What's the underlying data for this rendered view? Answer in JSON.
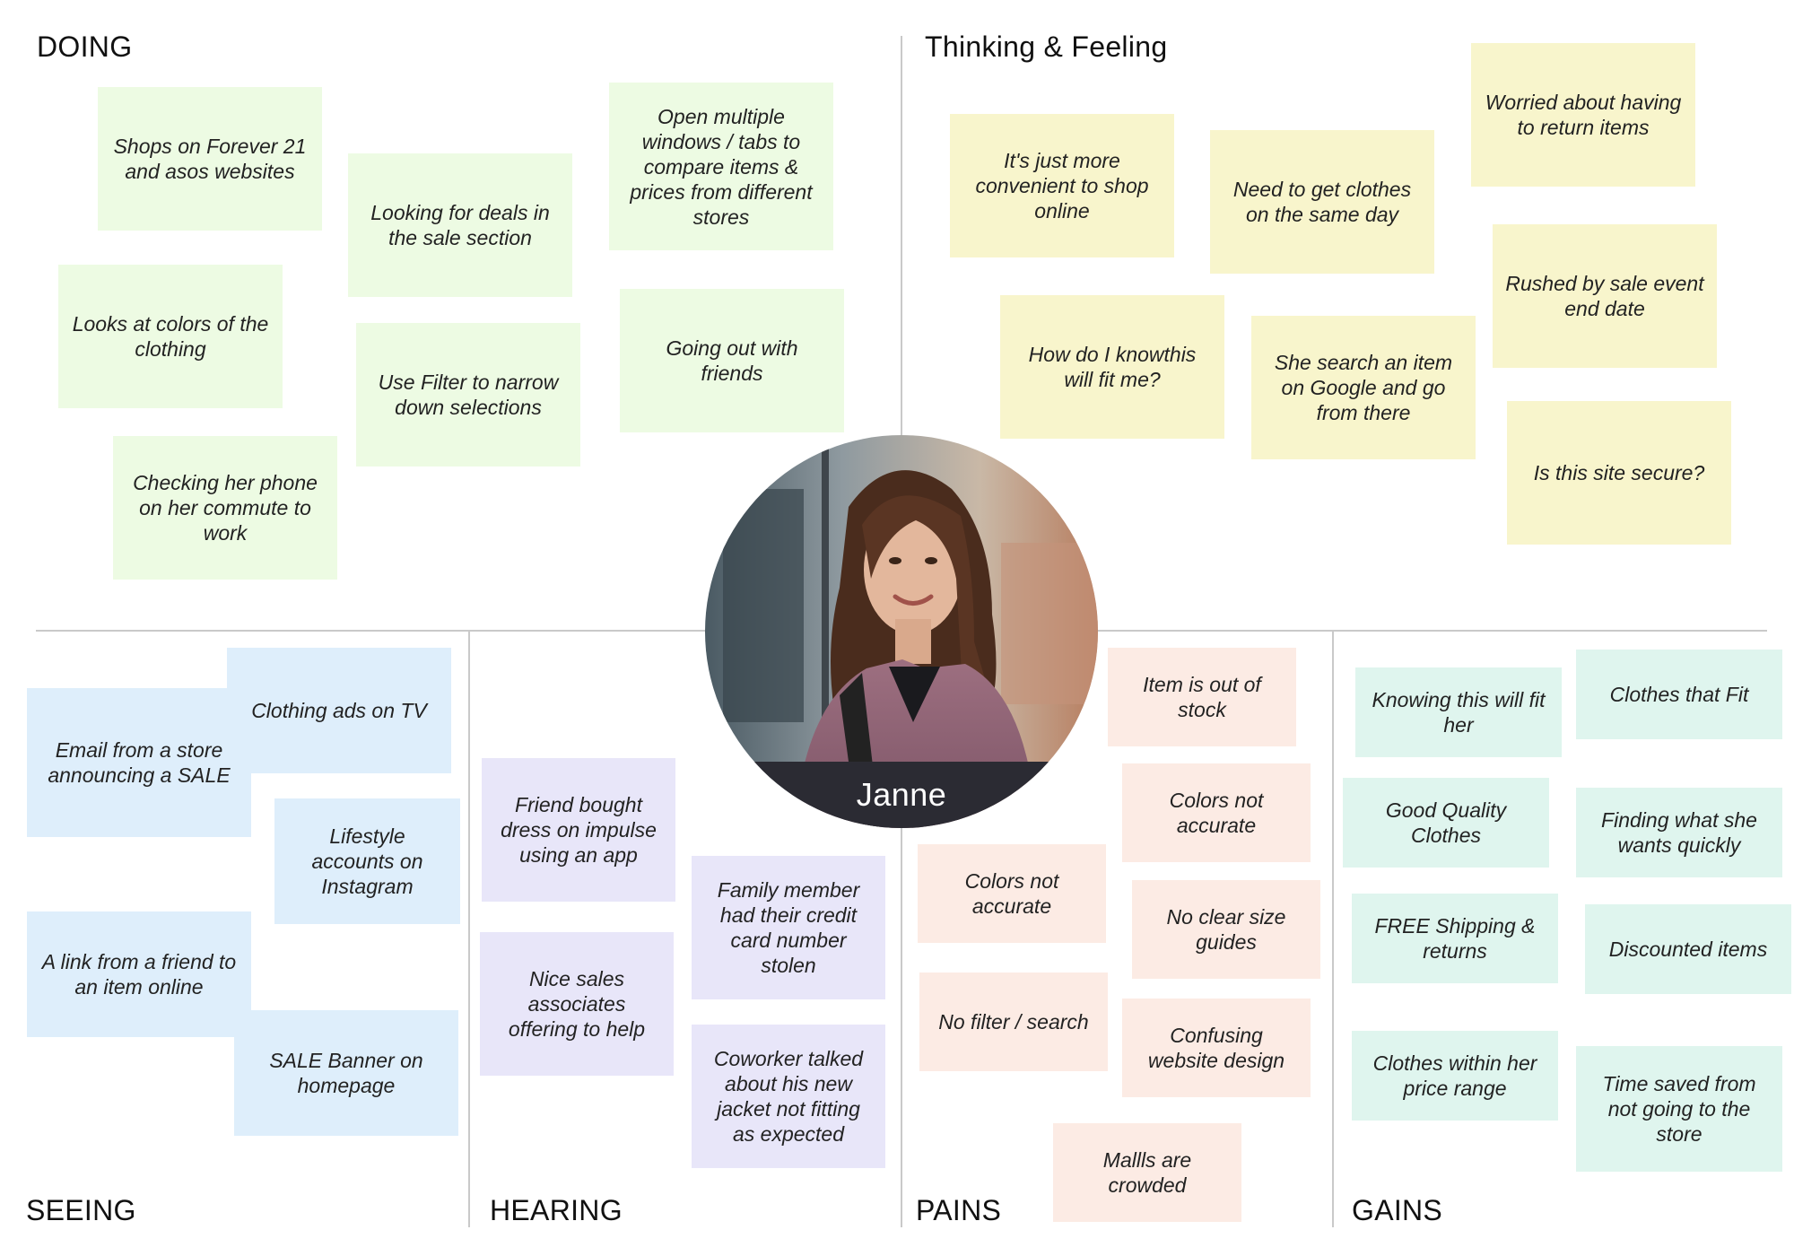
{
  "sections": {
    "doing": "DOING",
    "thinking": "Thinking & Feeling",
    "seeing": "SEEING",
    "hearing": "HEARING",
    "pains": "PAINS",
    "gains": "GAINS"
  },
  "persona": {
    "name": "Janne"
  },
  "colors": {
    "doing": "#edfbe3",
    "thinking": "#f8f5cc",
    "seeing": "#deeefb",
    "hearing": "#e8e6f9",
    "pains": "#fcebe4",
    "gains": "#dff5ee",
    "divider": "#c9c9c9",
    "name_band": "#2b2b33"
  },
  "notes": {
    "doing": [
      "Shops on Forever 21 and asos websites",
      "Looking for deals in the sale section",
      "Open multiple windows / tabs to compare items & prices from different stores",
      "Looks at colors of the clothing",
      "Use Filter to narrow down selections",
      "Going out with friends",
      "Checking her phone on her commute to work"
    ],
    "thinking": [
      "It's just more convenient to shop online",
      "Need to get clothes on the same day",
      "Worried about having to return items",
      "How do I knowthis will fit me?",
      "She search an item on Google and go from there",
      "Rushed by sale event end date",
      "Is this site secure?"
    ],
    "seeing": [
      "Clothing ads on TV",
      "Email from a store announcing a SALE",
      "Lifestyle accounts on Instagram",
      "A link from a friend to an item online",
      "SALE Banner on homepage"
    ],
    "hearing": [
      "Friend bought dress on impulse using an app",
      "Family member had their credit card number stolen",
      "Nice sales associates offering to help",
      "Coworker talked about his new jacket not fitting as expected"
    ],
    "pains": [
      "Item is out of stock",
      "Colors not accurate",
      "Colors not accurate",
      "No clear size guides",
      "No filter / search",
      "Confusing website design",
      "Mallls are crowded"
    ],
    "gains": [
      "Knowing this will fit her",
      "Clothes that Fit",
      "Good Quality Clothes",
      "Finding what she wants quickly",
      "FREE Shipping & returns",
      "Discounted items",
      "Clothes within her price range",
      "Time saved from not going to the store"
    ]
  }
}
